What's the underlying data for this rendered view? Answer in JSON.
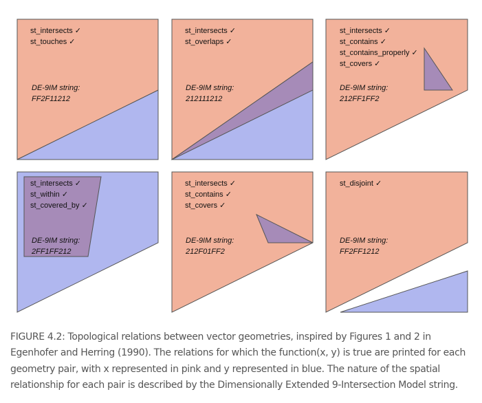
{
  "colors": {
    "x_fill": "#f2b29b",
    "y_fill": "#b0b7ef",
    "overlap_fill": "#a68bb8",
    "stroke": "#555555"
  },
  "panels": [
    {
      "relations": [
        "st_intersects ✓",
        "st_touches ✓"
      ],
      "de_label": "DE-9IM string:",
      "de9im": "FF2F11212"
    },
    {
      "relations": [
        "st_intersects ✓",
        "st_overlaps ✓"
      ],
      "de_label": "DE-9IM string:",
      "de9im": "212111212"
    },
    {
      "relations": [
        "st_intersects ✓",
        "st_contains ✓",
        "st_contains_properly ✓",
        "st_covers ✓"
      ],
      "de_label": "DE-9IM string:",
      "de9im": "212FF1FF2"
    },
    {
      "relations": [
        "st_intersects ✓",
        "st_within ✓",
        "st_covered_by ✓"
      ],
      "de_label": "DE-9IM string:",
      "de9im": "2FF1FF212"
    },
    {
      "relations": [
        "st_intersects ✓",
        "st_contains ✓",
        "st_covers ✓"
      ],
      "de_label": "DE-9IM string:",
      "de9im": "212F01FF2"
    },
    {
      "relations": [
        "st_disjoint ✓"
      ],
      "de_label": "DE-9IM string:",
      "de9im": "FF2FF1212"
    }
  ],
  "caption": "FIGURE 4.2: Topological relations between vector geometries, inspired by Figures 1 and 2 in Egenhofer and Herring (1990). The relations for which the function(x, y) is true are printed for each geometry pair, with x represented in pink and y represented in blue. The nature of the spatial relationship for each pair is described by the Dimensionally Extended 9-Intersection Model string."
}
